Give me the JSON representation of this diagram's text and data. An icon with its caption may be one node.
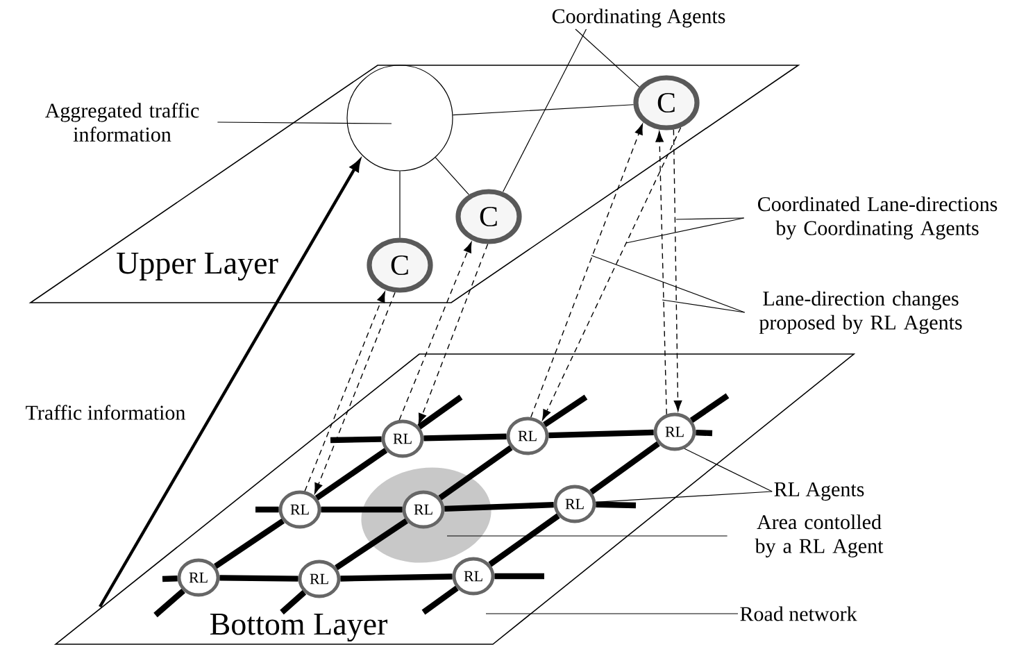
{
  "diagram": {
    "nodes": [
      {
        "text": [
          "Coordinating Agents"
        ]
      },
      {
        "text": [
          "Upper Layer"
        ]
      },
      {
        "text": [],
        "shape": "circle",
        "in": 1
      },
      {
        "text": [
          "C"
        ],
        "in": 1
      },
      {
        "text": [
          "C"
        ],
        "in": 1
      },
      {
        "text": [
          "C"
        ],
        "in": 1
      },
      {
        "text": [
          "Aggregated traffic information"
        ]
      },
      {
        "text": [
          "Coordinated Lane-directions by Coordinating Agents"
        ]
      },
      {
        "text": [
          "Lane-direction changes proposed by RL Agents"
        ]
      },
      {
        "text": [
          "Bottom Layer"
        ]
      },
      {
        "text": [],
        "shape": "ellipse",
        "in": 9
      },
      {
        "text": [
          "RL"
        ],
        "in": 9
      },
      {
        "text": [
          "RL"
        ],
        "in": 9
      },
      {
        "text": [
          "RL"
        ],
        "in": 9
      },
      {
        "text": [
          "RL"
        ],
        "in": 9
      },
      {
        "text": [
          "RL"
        ],
        "in": 10
      },
      {
        "text": [
          "RL"
        ],
        "in": 9
      },
      {
        "text": [
          "RL"
        ],
        "in": 9
      },
      {
        "text": [
          "RL"
        ],
        "in": 9
      },
      {
        "text": [
          "RL"
        ],
        "in": 9
      },
      {
        "text": [
          "RL Agents"
        ]
      },
      {
        "text": [
          "Area contolled by a RL Agent"
        ]
      },
      {
        "text": [
          "Road network"
        ]
      }
    ],
    "edges": [
      {
        "from": 0,
        "to": 3,
        "arrow": "none"
      },
      {
        "from": 0,
        "to": 4,
        "arrow": "none"
      },
      {
        "from": 6,
        "to": 2,
        "arrow": "none"
      },
      {
        "from": 2,
        "to": 3,
        "arrow": "none"
      },
      {
        "from": 2,
        "to": 4,
        "arrow": "none"
      },
      {
        "from": 2,
        "to": 5,
        "arrow": "none"
      },
      {
        "from": 14,
        "to": 5,
        "arrow": "to",
        "style": "dashed"
      },
      {
        "from": 5,
        "to": 14,
        "arrow": "to",
        "style": "dashed"
      },
      {
        "from": 11,
        "to": 4,
        "arrow": "to",
        "style": "dashed"
      },
      {
        "from": 4,
        "to": 11,
        "arrow": "to",
        "style": "dashed"
      },
      {
        "from": 12,
        "to": 3,
        "arrow": "to",
        "style": "dashed"
      },
      {
        "from": 3,
        "to": 12,
        "arrow": "to",
        "style": "dashed"
      },
      {
        "from": 13,
        "to": 3,
        "arrow": "to",
        "style": "dashed"
      },
      {
        "from": 3,
        "to": 13,
        "arrow": "to",
        "style": "dashed"
      },
      {
        "from": 9,
        "to": 2,
        "arrow": "to",
        "label": "Traffic information"
      },
      {
        "from": 7,
        "to": null,
        "arrow": "none"
      },
      {
        "from": 7,
        "to": null,
        "arrow": "none"
      },
      {
        "from": 8,
        "to": null,
        "arrow": "none"
      },
      {
        "from": 8,
        "to": null,
        "arrow": "none"
      },
      {
        "from": 20,
        "to": 13,
        "arrow": "none"
      },
      {
        "from": 20,
        "to": 16,
        "arrow": "none"
      },
      {
        "from": 21,
        "to": 10,
        "arrow": "none"
      },
      {
        "from": 22,
        "to": null,
        "arrow": "none"
      },
      {
        "from": 11,
        "to": 12,
        "arrow": "none"
      },
      {
        "from": 12,
        "to": 13,
        "arrow": "none"
      },
      {
        "from": 14,
        "to": 15,
        "arrow": "none"
      },
      {
        "from": 15,
        "to": 16,
        "arrow": "none"
      },
      {
        "from": 17,
        "to": 18,
        "arrow": "none"
      },
      {
        "from": 18,
        "to": 19,
        "arrow": "none"
      },
      {
        "from": 17,
        "to": 14,
        "arrow": "none"
      },
      {
        "from": 14,
        "to": 11,
        "arrow": "none"
      },
      {
        "from": 18,
        "to": 15,
        "arrow": "none"
      },
      {
        "from": 15,
        "to": 12,
        "arrow": "none"
      },
      {
        "from": 19,
        "to": 16,
        "arrow": "none"
      },
      {
        "from": 16,
        "to": 13,
        "arrow": "none"
      },
      {
        "from": 11,
        "to": null,
        "arrow": "none"
      },
      {
        "from": 13,
        "to": null,
        "arrow": "none"
      },
      {
        "from": 14,
        "to": null,
        "arrow": "none"
      },
      {
        "from": 16,
        "to": null,
        "arrow": "none"
      },
      {
        "from": 17,
        "to": null,
        "arrow": "none"
      },
      {
        "from": 19,
        "to": null,
        "arrow": "none"
      },
      {
        "from": 11,
        "to": null,
        "arrow": "none"
      },
      {
        "from": 17,
        "to": null,
        "arrow": "none"
      },
      {
        "from": 12,
        "to": null,
        "arrow": "none"
      },
      {
        "from": 18,
        "to": null,
        "arrow": "none"
      },
      {
        "from": 13,
        "to": null,
        "arrow": "none"
      },
      {
        "from": 19,
        "to": null,
        "arrow": "none"
      }
    ]
  }
}
